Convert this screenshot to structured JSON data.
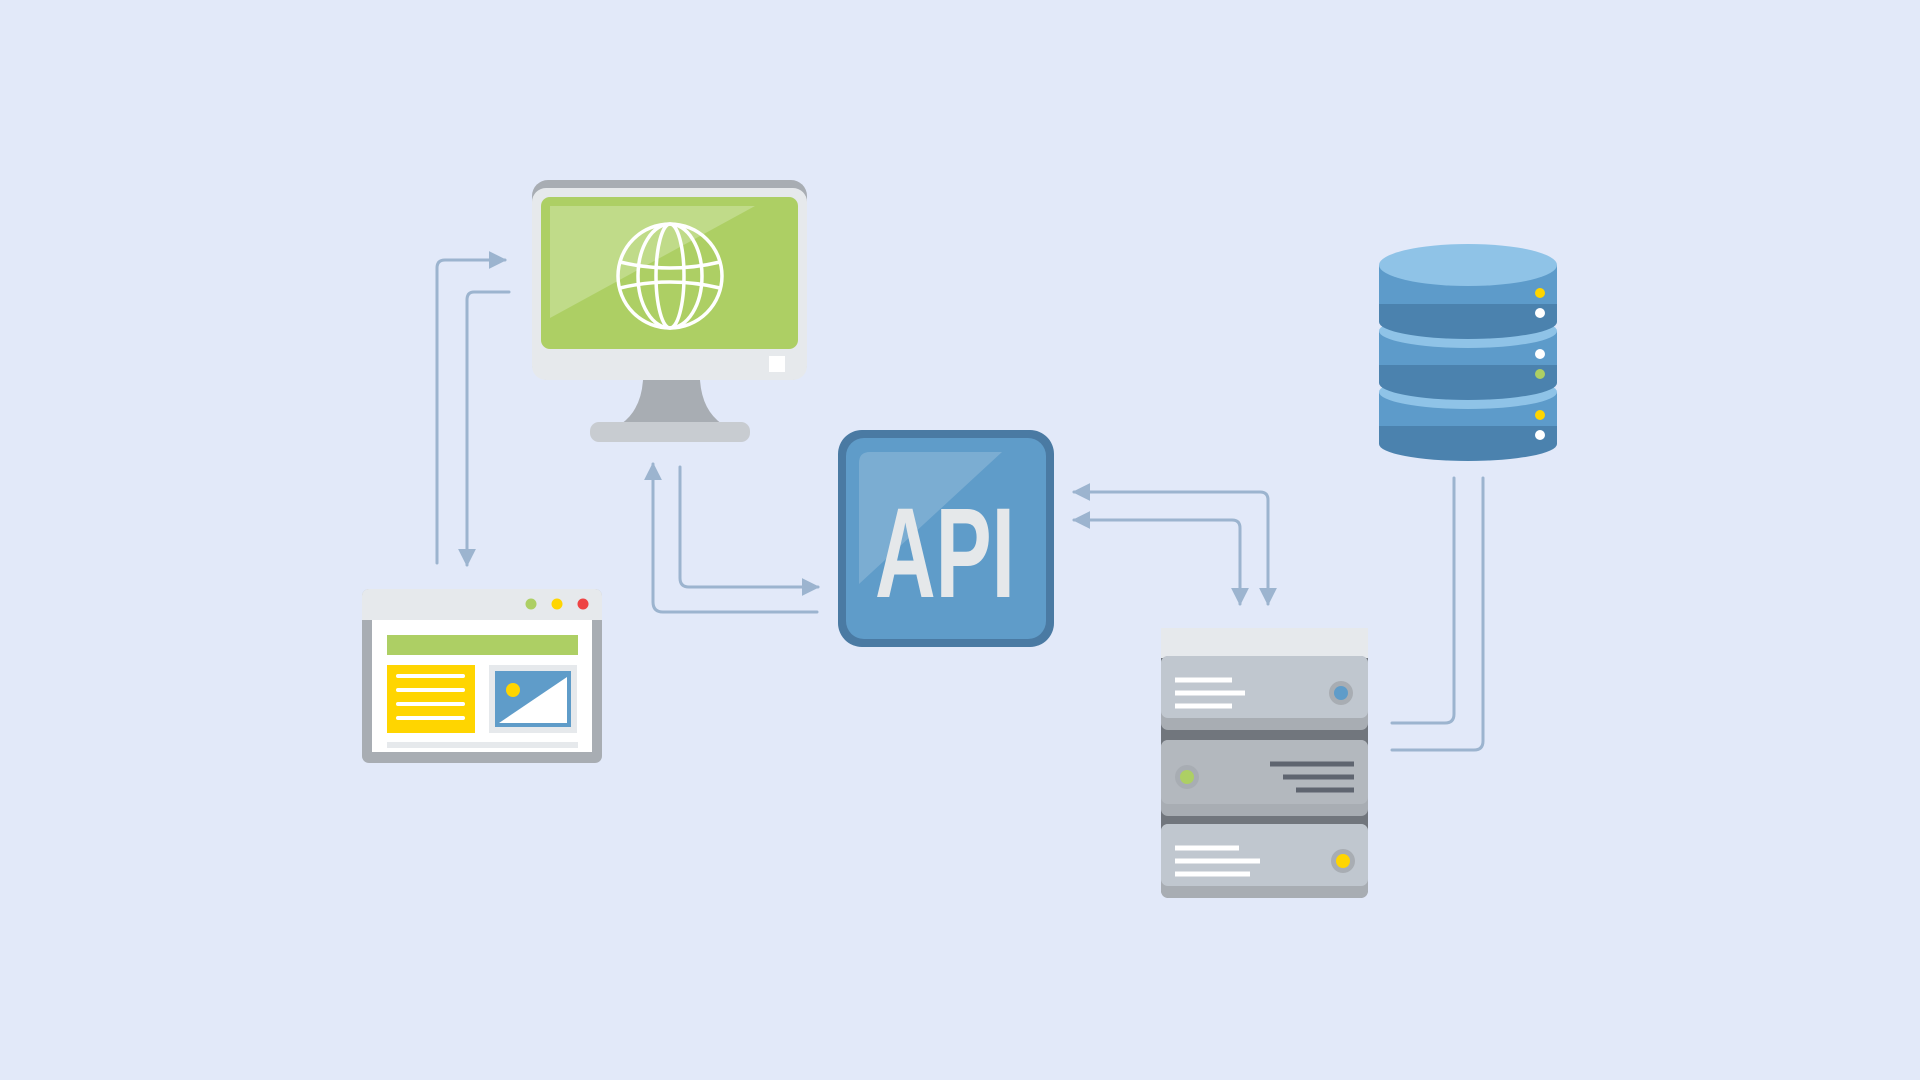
{
  "diagram": {
    "api_label": "API",
    "background": "#e2e9f9",
    "connector_color": "#9cb4cf",
    "nodes": [
      {
        "id": "web-browser",
        "icon": "browser-window-icon"
      },
      {
        "id": "desktop-monitor",
        "icon": "globe-monitor-icon"
      },
      {
        "id": "api",
        "icon": "api-badge-icon"
      },
      {
        "id": "server-rack",
        "icon": "server-rack-icon"
      },
      {
        "id": "database",
        "icon": "database-icon"
      }
    ],
    "colors": {
      "green": "#adcf64",
      "yellow": "#ffd500",
      "red": "#ee4444",
      "api_blue": "#5f9cc9",
      "api_border": "#4a7aa3",
      "api_text": "#e5e8ea",
      "db_blue": "#5d9bca",
      "db_top": "#8fc3e7",
      "server_gray": "#c0c7cf"
    }
  }
}
